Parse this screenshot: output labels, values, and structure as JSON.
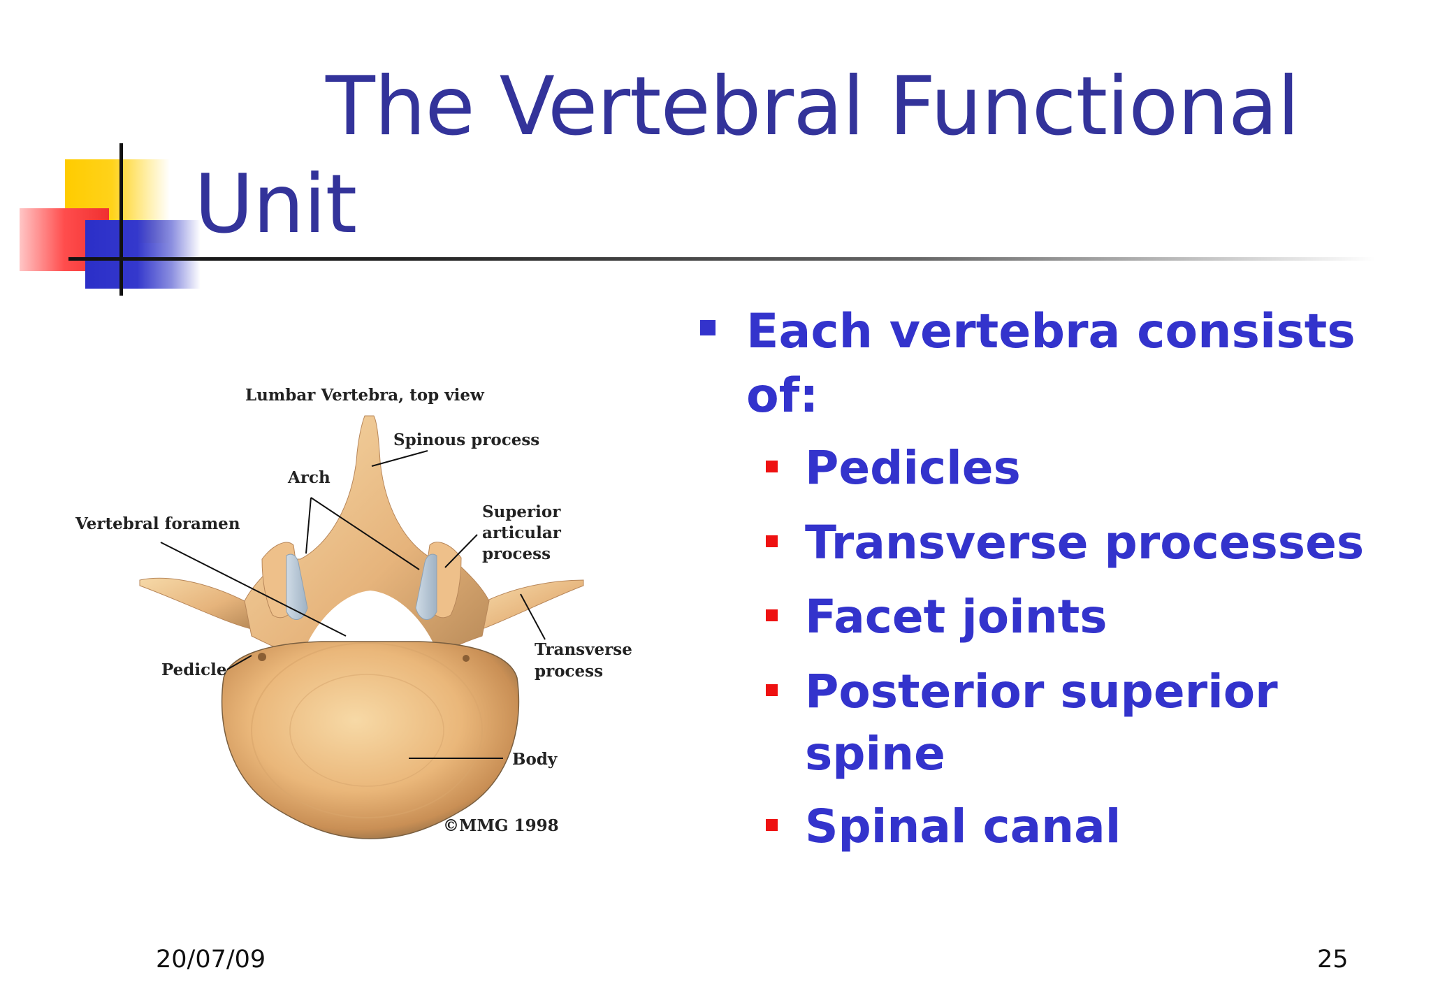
{
  "title": {
    "line1": "The Vertebral  Functional",
    "line2": "Unit"
  },
  "bullets": {
    "main": {
      "line1": "Each vertebra consists",
      "line2": "of:"
    },
    "sub": [
      {
        "line1": " Pedicles"
      },
      {
        "line1": "Transverse processes"
      },
      {
        "line1": "Facet joints"
      },
      {
        "line1": "Posterior superior",
        "line2": "spine"
      },
      {
        "line1": "Spinal canal"
      }
    ]
  },
  "figure": {
    "heading": "Lumbar Vertebra, top view",
    "labels": {
      "spinous": "Spinous process",
      "arch": "Arch",
      "foramen": "Vertebral foramen",
      "superior1": "Superior",
      "superior2": "articular",
      "superior3": "process",
      "transverse1": "Transverse",
      "transverse2": "process",
      "pedicle": "Pedicle",
      "body": "Body",
      "copyright": "©MMG 1998"
    }
  },
  "footer": {
    "date": "20/07/09",
    "page": "25"
  },
  "colors": {
    "title": "#33339a",
    "bullet_text": "#3333cc",
    "main_marker": "#3333cc",
    "sub_marker": "#ee1111"
  }
}
